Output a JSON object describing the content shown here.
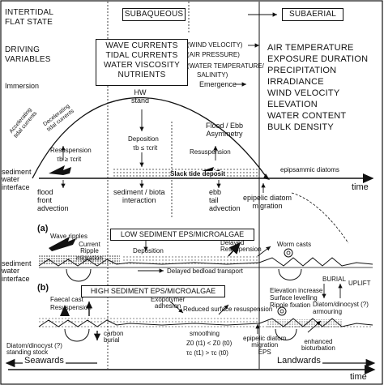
{
  "header": {
    "intertidal_state_label": "INTERTIDAL\nFLAT STATE",
    "subaqueous": "SUBAQUEOUS",
    "subaerial": "SUBAERIAL",
    "driving_variables_label": "DRIVING\nVARIABLES"
  },
  "subaqueous_variables": [
    "WAVE CURRENTS",
    "TIDAL CURRENTS",
    "WATER VISCOSITY",
    "NUTRIENTS"
  ],
  "transitional_variables": [
    "(WIND VELOCITY)",
    "(AIR PRESSURE)",
    "(WATER TEMPERATURE/",
    "SALINITY)"
  ],
  "subaerial_variables": [
    "AIR TEMPERATURE",
    "EXPOSURE DURATION",
    "PRECIPITATION",
    "IRRADIANCE",
    "WIND VELOCITY",
    "ELEVATION",
    "WATER CONTENT",
    "BULK DENSITY"
  ],
  "tidal_curve": {
    "immersion": "Immersion",
    "emergence": "Emergence",
    "hw_stand": "HW\nstand",
    "flood_ebb_asymmetry": "Flood / Ebb\nAsymmetry",
    "accelerating": "Accelerating\ntidal currents",
    "decelerating": "Decelerating\ntidal currents",
    "resuspension_left": "Resuspension",
    "resuspension_left_eq": "τb ≥ τcrit",
    "deposition": "Deposition",
    "deposition_eq": "τb ≤ τcrit",
    "resuspension_right": "Resuspension",
    "slack_tide": "Slack tide  deposit",
    "epipsammic": "epipsammic diatoms"
  },
  "axis": {
    "sediment_water_interface": "sediment\nwater\ninterface",
    "time": "time",
    "flood_front": "flood\nfront\nadvection",
    "sediment_biota": "sediment / biota\ninteraction",
    "ebb_tail": "ebb\ntail\nadvection",
    "epipelic_migration": "epipelic diatom\nmigration"
  },
  "panel_a": {
    "label": "(a)",
    "title": "LOW SEDIMENT EPS/MICROALGAE",
    "wave_ripples": "Wave ripples",
    "current_ripple": "Current\nRipple\nmigration",
    "deposition": "Deposition",
    "delayed_resuspension": "Delayed\nResuspension",
    "worm_casts": "Worm casts",
    "delayed_bedload": "Delayed bedload transport",
    "interface_label": "sediment\nwater\ninterface"
  },
  "panel_b": {
    "label": "(b)",
    "title": "HIGH SEDIMENT EPS/MICROALGAE",
    "faecal_cast": "Faecal cast",
    "resuspension": "Resuspension",
    "exopolymer": "Exopolymer\nadhesion",
    "reduced_resuspension": "Reduced surface resuspension",
    "elevation_increase": "Elevation increase\nSurface levelling\nRipple fixation",
    "burial": "BURIAL",
    "uplift": "UPLIFT",
    "diatom_armouring": "Diatom/dinocyst (?)\narmouring",
    "carbon_burial": "carbon\nburial",
    "diatom_standing": "Diatom/dinocyst (?)\nstanding stock",
    "smoothing": "smoothing",
    "z_eq": "Z0 (t1) < Z0 (t0)",
    "tau_eq": "τc (t1) > τc (t0)",
    "epipelic_eps": "epipelic diatom\nmigration\nEPS",
    "enhanced_bioturbation": "enhanced\nbioturbation"
  },
  "footer": {
    "seawards": "Seawards",
    "landwards": "Landwards",
    "time": "time"
  }
}
